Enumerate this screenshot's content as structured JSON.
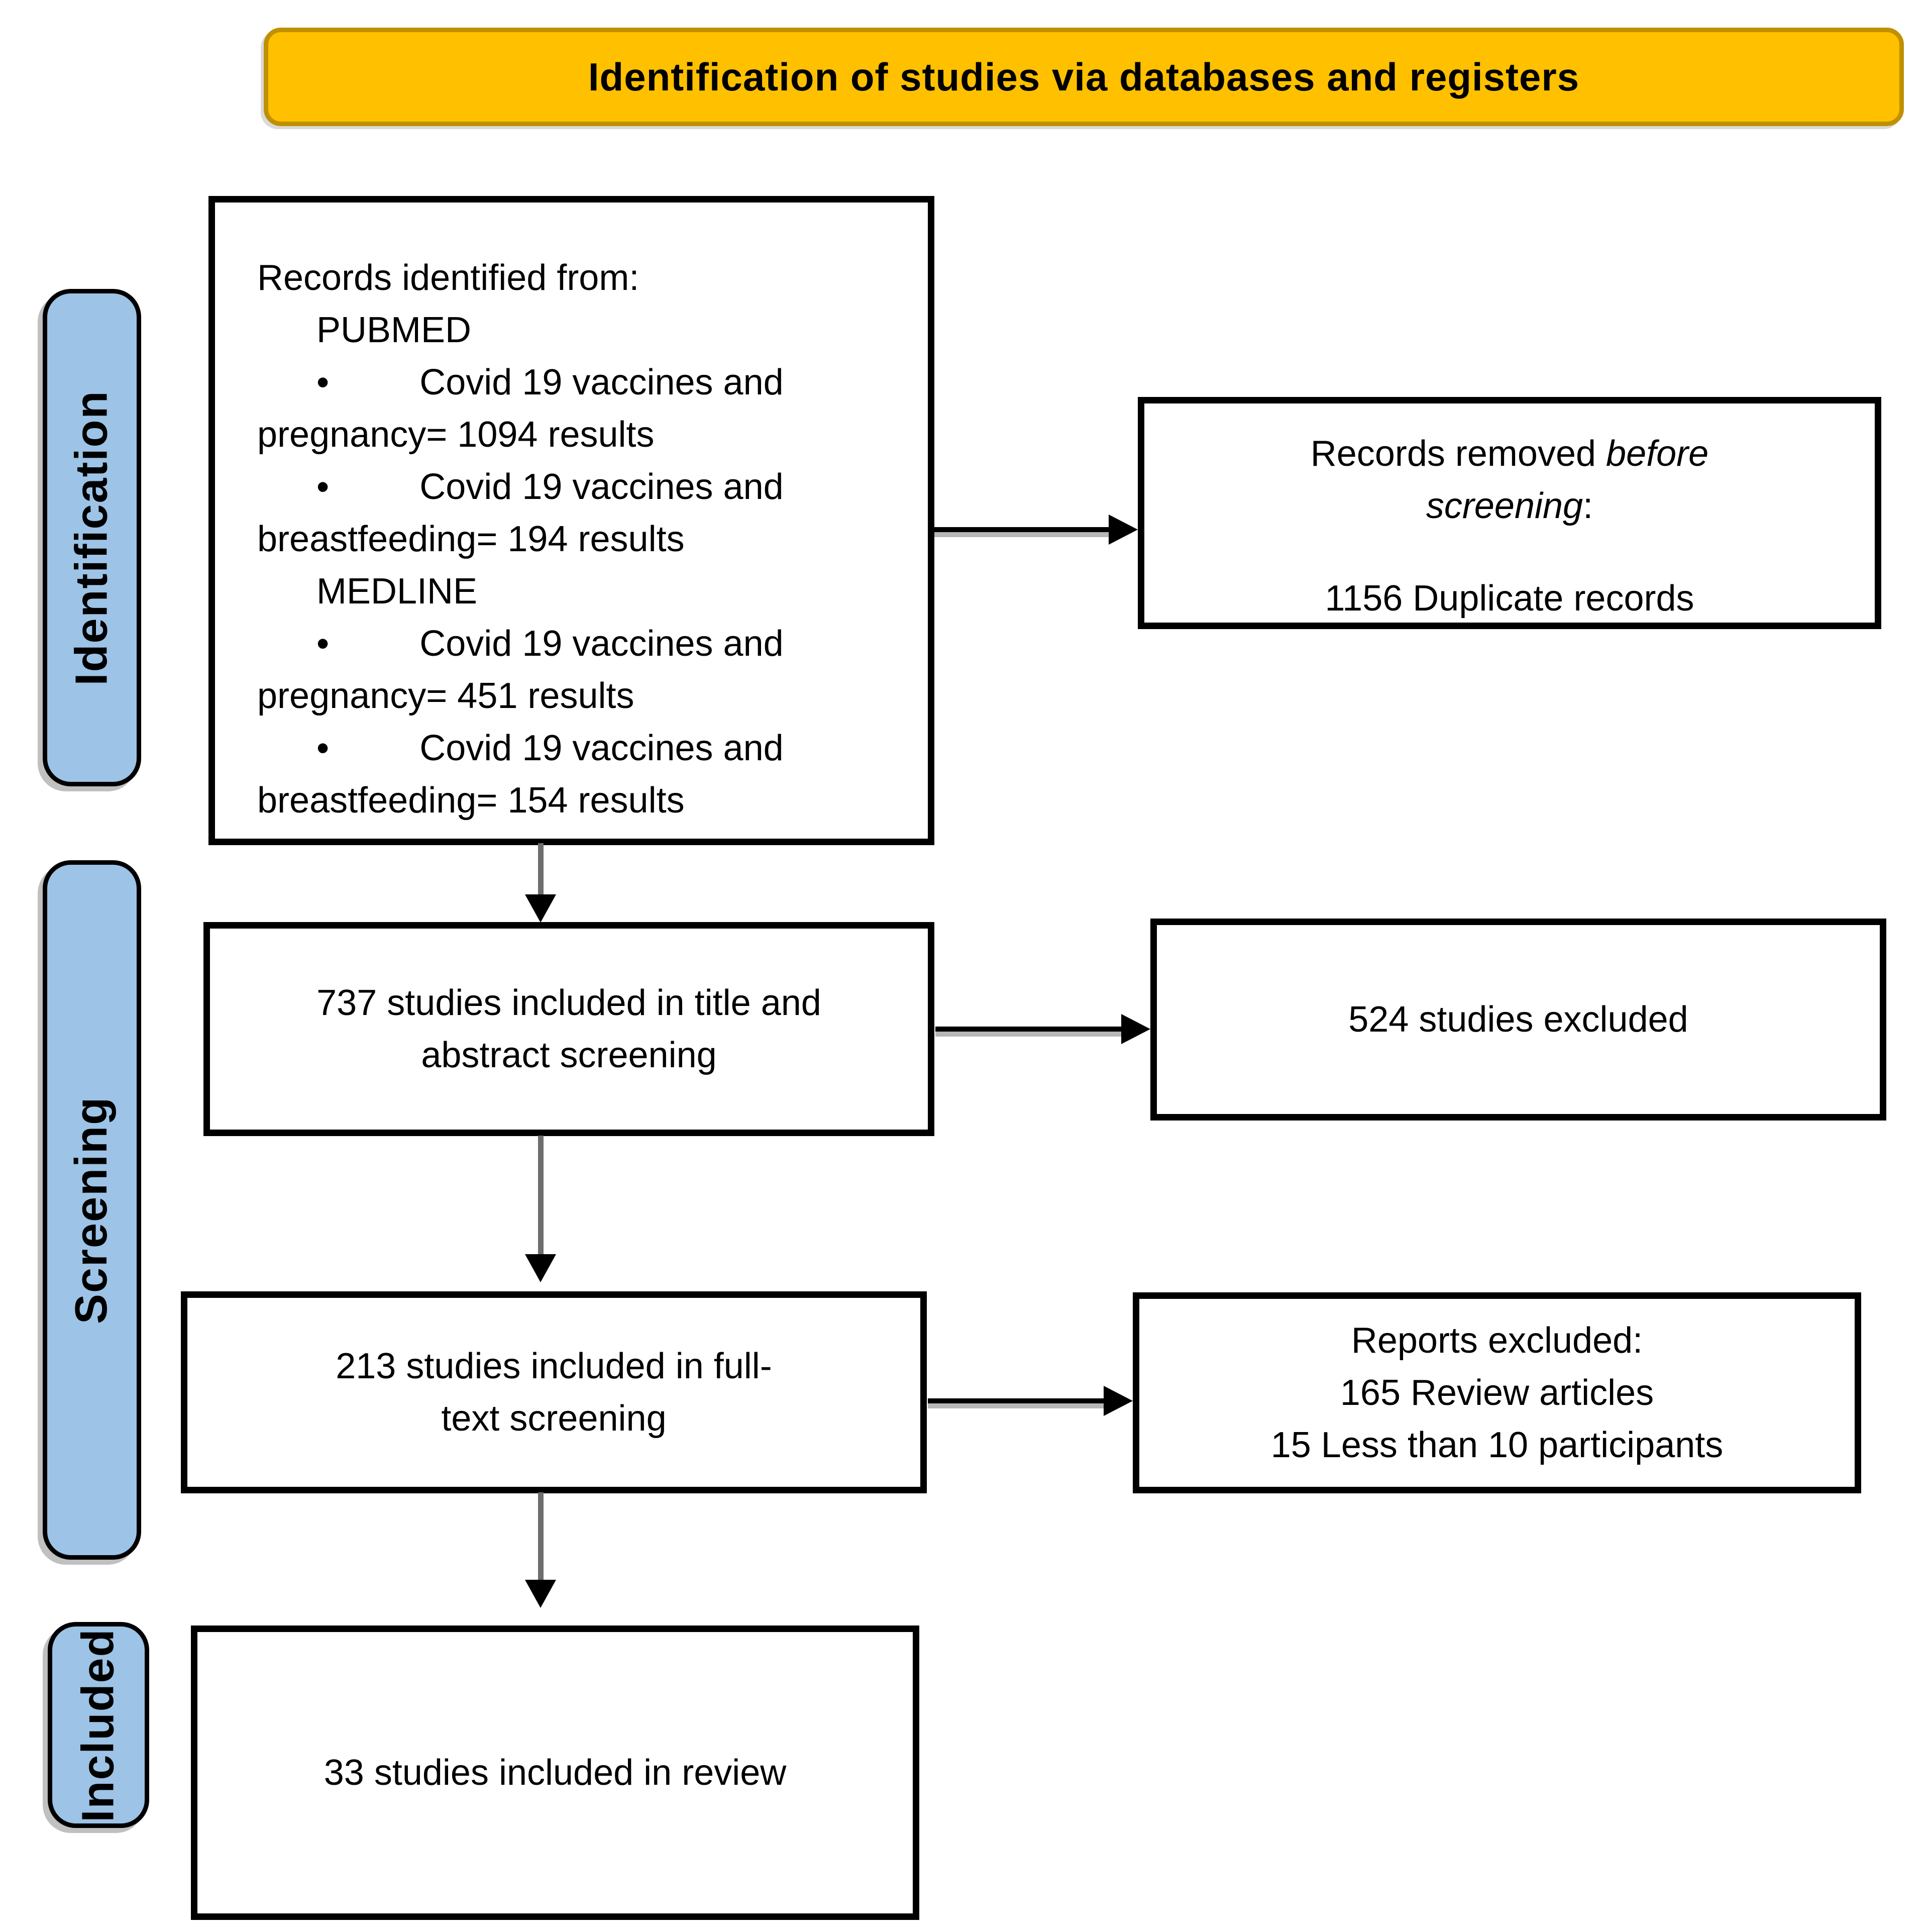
{
  "title": "Identification of studies via databases and registers",
  "stages": {
    "identification": "Identification",
    "screening": "Screening",
    "included": "Included"
  },
  "boxes": {
    "records_identified": {
      "lines": [
        {
          "text": "Records identified from:"
        },
        {
          "text": "PUBMED"
        },
        {
          "text": "•         Covid 19 vaccines and"
        },
        {
          "text": "pregnancy= 1094 results"
        },
        {
          "text": "•         Covid 19 vaccines and"
        },
        {
          "text": "breastfeeding= 194 results"
        },
        {
          "text": "MEDLINE"
        },
        {
          "text": "•         Covid 19 vaccines and"
        },
        {
          "text": "pregnancy= 451 results"
        },
        {
          "text": "•         Covid 19 vaccines and"
        },
        {
          "text": "breastfeeding= 154 results"
        }
      ]
    },
    "records_removed": {
      "prefix": "Records removed ",
      "italic_before": "before",
      "italic_screening": "screening",
      "suffix": ":",
      "count": "1156 Duplicate records"
    },
    "title_abstract_screening": {
      "text": "737 studies included in title and abstract screening"
    },
    "studies_excluded": {
      "text": "524 studies excluded"
    },
    "full_text_screening": {
      "text": "213 studies included in full-text screening"
    },
    "reports_excluded": {
      "heading": "Reports excluded:",
      "reason1": "165 Review articles",
      "reason2": "15 Less than 10 participants"
    },
    "included_in_review": {
      "text": "33 studies included in review"
    }
  },
  "colors": {
    "banner_fill": "#FFC000",
    "banner_border": "#BF9000",
    "stage_fill": "#9DC3E6",
    "box_border": "#000000",
    "arrow_line": "#6E6E6E",
    "arrow_head": "#000000"
  }
}
